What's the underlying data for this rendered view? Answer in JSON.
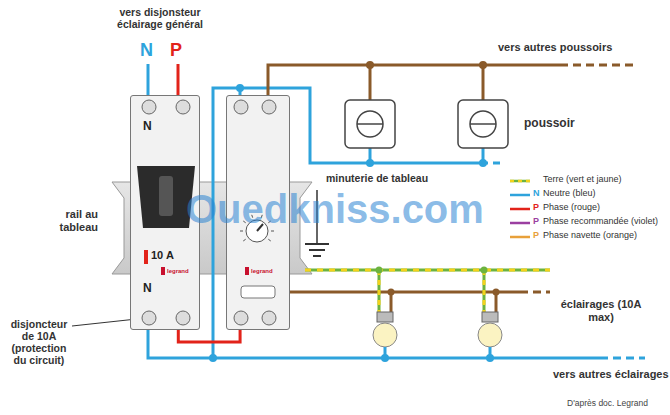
{
  "diagram": {
    "nodes": [
      {
        "text": [
          "N",
          "10 A",
          "N",
          "legrand"
        ]
      },
      {
        "text": [
          "legrand"
        ]
      }
    ],
    "edges": [
      {
        "from": 0,
        "to": 1,
        "arrow": "none"
      }
    ],
    "labels": [
      "vers disjonsteur éclairage général",
      "N",
      "P",
      "vers autres poussoirs",
      "poussoir",
      "rail au tableau",
      "minuterie de tableau",
      "Ouedkniss.com",
      "éclairages (10A max)",
      "vers autres éclairages",
      "disjoncteur de 10A (protection du circuit)",
      "D'après doc. Legrand",
      "N",
      "P",
      "P",
      "P"
    ],
    "legend": [
      {
        "text": "Terre (vert et jaune)"
      },
      {
        "text": "Neutre (bleu)",
        "color": "#2ea3dc"
      },
      {
        "text": "Phase (rouge)",
        "color": "#e2231a"
      },
      {
        "text": "Phase recommandée (violet)",
        "color": "#9b3fa0"
      },
      {
        "text": "Phase navette (orange)",
        "color": "#e8a03a"
      }
    ]
  }
}
